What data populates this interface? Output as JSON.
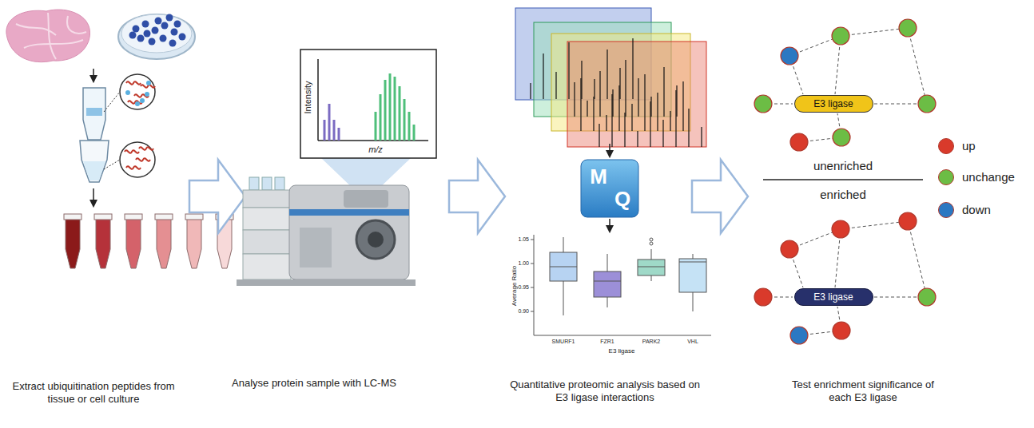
{
  "diagram": {
    "nodes": [
      {
        "text": [
          "E3 ligase"
        ]
      },
      {
        "text": [
          "E3 ligase"
        ]
      }
    ],
    "labels": [
      "Intensity",
      "m/z",
      "M",
      "Q",
      "1.05",
      "1.00",
      "0.95",
      "0.90",
      "SMURF1",
      "FZR1",
      "PARK2",
      "VHL",
      "Average Ratio",
      "E3 ligase",
      "unenriched",
      "enriched",
      "Extract ubiquitination peptides from tissue or cell culture",
      "Analyse protein sample with LC-MS",
      "Quantitative proteomic analysis based on E3 ligase interactions",
      "Test enrichment significance of each E3 ligase"
    ],
    "legend": [
      {
        "text": "up",
        "color": "#d93a2b"
      },
      {
        "text": "unchange",
        "color": "#6cbd45"
      },
      {
        "text": "down",
        "color": "#2b78c2"
      }
    ]
  }
}
